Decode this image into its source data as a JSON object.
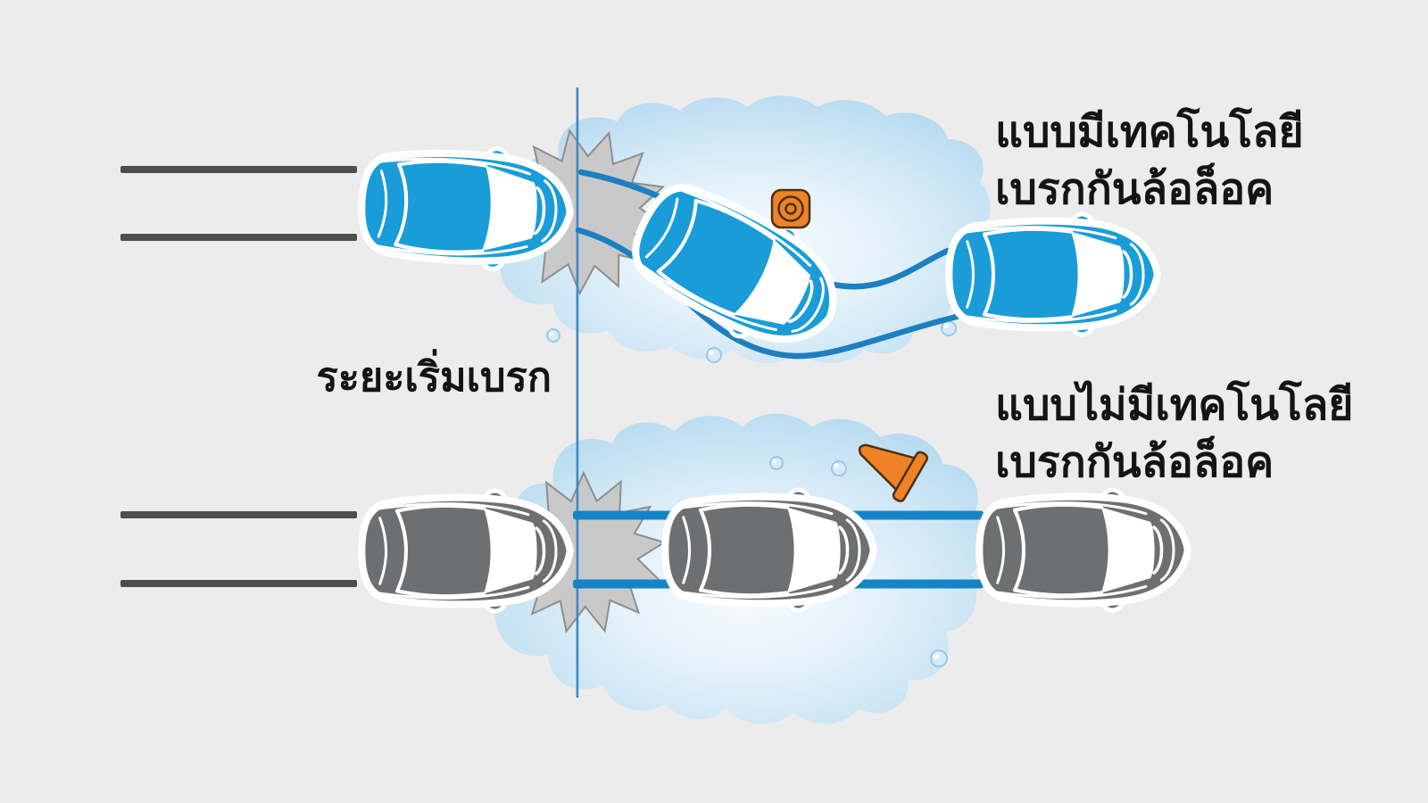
{
  "labels": {
    "with_abs_line1": "แบบมีเทคโนโลยี",
    "with_abs_line2": "เบรกกันล้อล็อค",
    "without_abs_line1": "แบบไม่มีเทคโนโลยี",
    "without_abs_line2": "เบรกกันล้อล็อค",
    "brake_start": "ระยะเริ่มเบรก"
  },
  "icons": {
    "car_top_view": "top-view hatchback car shape",
    "impact_burst": "gray starburst at braking point",
    "wet_patch": "light-blue water / slippery patch blob",
    "barrel_obstacle": "orange drum seen from top (rounded square with rings)",
    "traffic_cone": "orange traffic cone knocked over",
    "skid_marks": "straight thick blue locked-wheel skid lines",
    "swerve_tracks": "curved blue wheel tracks steering around obstacle",
    "brake_start_line": "thin vertical blue line where braking begins"
  },
  "colors": {
    "background": "#ececec",
    "car-abs": "#1a9cd8",
    "car-no-abs": "#6e6f71",
    "road-line": "#4e4e4e",
    "skid-line": "#1584c6",
    "path-line": "#1d7fc0",
    "start-line": "#4189c2",
    "burst-fill": "#c9c9c9",
    "burst-stroke": "#8e8e8e",
    "wet-edge": "#a5d2ee",
    "obstacle-orange": "#ee8227",
    "obstacle-outline": "#4a3110",
    "text": "#141414"
  }
}
